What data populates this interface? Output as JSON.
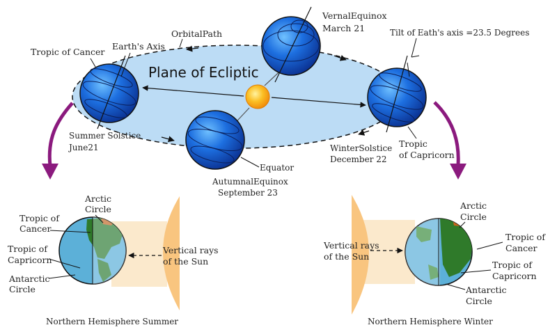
{
  "top": {
    "plane_title": "Plane of Ecliptic",
    "orbital_path": "OrbitalPath",
    "earths_axis": "Earth's Axis",
    "tropic_cancer": "Tropic of Cancer",
    "vernal_line1": "VernalEquinox",
    "vernal_line2": "March 21",
    "tilt": "Tilt of Eath's axis =23.5 Degrees",
    "summer_line1": "Summer Solstice",
    "summer_line2": "June21",
    "equator": "Equator",
    "autumnal_line1": "AutumnalEquinox",
    "autumnal_line2": "September 23",
    "winter_line1": "WinterSolstice",
    "winter_line2": "December 22",
    "capricorn_line1": "Tropic",
    "capricorn_line2": "of Capricorn"
  },
  "left_panel": {
    "arctic_line1": "Arctic",
    "arctic_line2": "Circle",
    "cancer_line1": "Tropic of",
    "cancer_line2": "Cancer",
    "capricorn_line1": "Tropic of",
    "capricorn_line2": "Capricorn",
    "antarctic_line1": "Antarctic",
    "antarctic_line2": "Circle",
    "rays_line1": "Vertical rays",
    "rays_line2": "of the Sun",
    "caption": "Northern Hemisphere Summer"
  },
  "right_panel": {
    "arctic_line1": "Arctic",
    "arctic_line2": "Circle",
    "cancer_line1": "Tropic of",
    "cancer_line2": "Cancer",
    "capricorn_line1": "Tropic of",
    "capricorn_line2": "Capricorn",
    "antarctic_line1": "Antarctic",
    "antarctic_line2": "Circle",
    "rays_line1": "Vertical rays",
    "rays_line2": "of the Sun",
    "caption": "Northern Hemisphere Winter"
  },
  "colors": {
    "ellipse": "#bcdcf5",
    "earth_blue": "#1a5bd6",
    "sun": "#f9a61a",
    "arrow_purple": "#8b1a7e",
    "sun_rays": "#fbe3bd",
    "ocean": "#5cb0d8",
    "land": "#2f7a2a"
  }
}
